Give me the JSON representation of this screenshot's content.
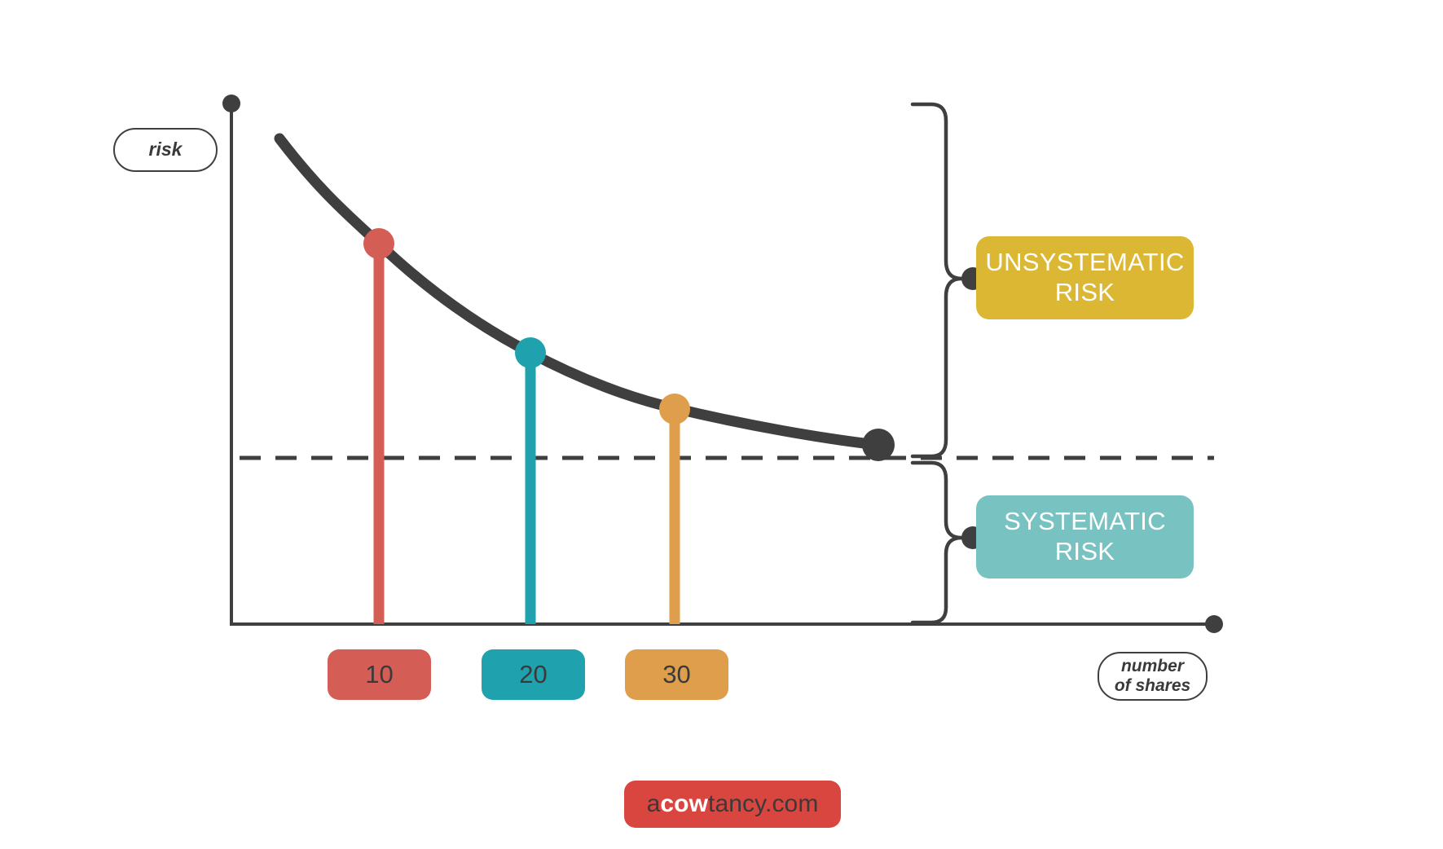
{
  "axes": {
    "y_axis_label": "risk",
    "x_axis_label_line1": "number",
    "x_axis_label_line2": "of shares"
  },
  "tick_labels": [
    {
      "text": "10",
      "color": "#d45d55"
    },
    {
      "text": "20",
      "color": "#1fa2ad"
    },
    {
      "text": "30",
      "color": "#de9e4b"
    }
  ],
  "callouts": {
    "unsystematic": {
      "line1": "UNSYSTEMATIC",
      "line2": "RISK",
      "color": "#dcb733",
      "text_color": "#ffffff"
    },
    "systematic": {
      "line1": "SYSTEMATIC",
      "line2": "RISK",
      "color": "#79c2c2",
      "text_color": "#ffffff"
    }
  },
  "brand": {
    "prefix": "a",
    "highlight": "cow",
    "suffix": "tancy.com",
    "background": "#d9453f",
    "highlight_color": "#ffffff"
  },
  "palette": {
    "ink": "#3f3f3f",
    "curve": "#3f3f3f",
    "point_10": "#d45d55",
    "point_20": "#1fa2ad",
    "point_30": "#de9e4b",
    "point_end": "#3f3f3f",
    "background": "#ffffff"
  },
  "chart_data": {
    "type": "line",
    "title": "",
    "xlabel": "number of shares",
    "ylabel": "risk",
    "grid": false,
    "legend": "none",
    "description": "Portfolio diversification curve: total risk falls as the number of shares held increases, asymptotically approaching the level of systematic (market) risk. The gap above the asymptote is unsystematic (specific) risk.",
    "x": [
      3,
      10,
      20,
      30,
      42
    ],
    "y": [
      100,
      72,
      52,
      41,
      34
    ],
    "xlim": [
      0,
      50
    ],
    "ylim": [
      0,
      110
    ],
    "asymptote": {
      "value": 31,
      "style": "dashed",
      "label": ""
    },
    "markers": [
      {
        "x": 10,
        "y": 72,
        "label": "10",
        "color": "#d45d55",
        "has_dropline": true
      },
      {
        "x": 20,
        "y": 52,
        "label": "20",
        "color": "#1fa2ad",
        "has_dropline": true
      },
      {
        "x": 30,
        "y": 41,
        "label": "30",
        "color": "#de9e4b",
        "has_dropline": true
      },
      {
        "x": 42,
        "y": 34,
        "label": "",
        "color": "#3f3f3f",
        "has_dropline": false
      }
    ],
    "annotations": [
      {
        "text": "UNSYSTEMATIC RISK",
        "region": "above-asymptote",
        "bracket": true
      },
      {
        "text": "SYSTEMATIC RISK",
        "region": "below-asymptote",
        "bracket": true
      }
    ]
  }
}
